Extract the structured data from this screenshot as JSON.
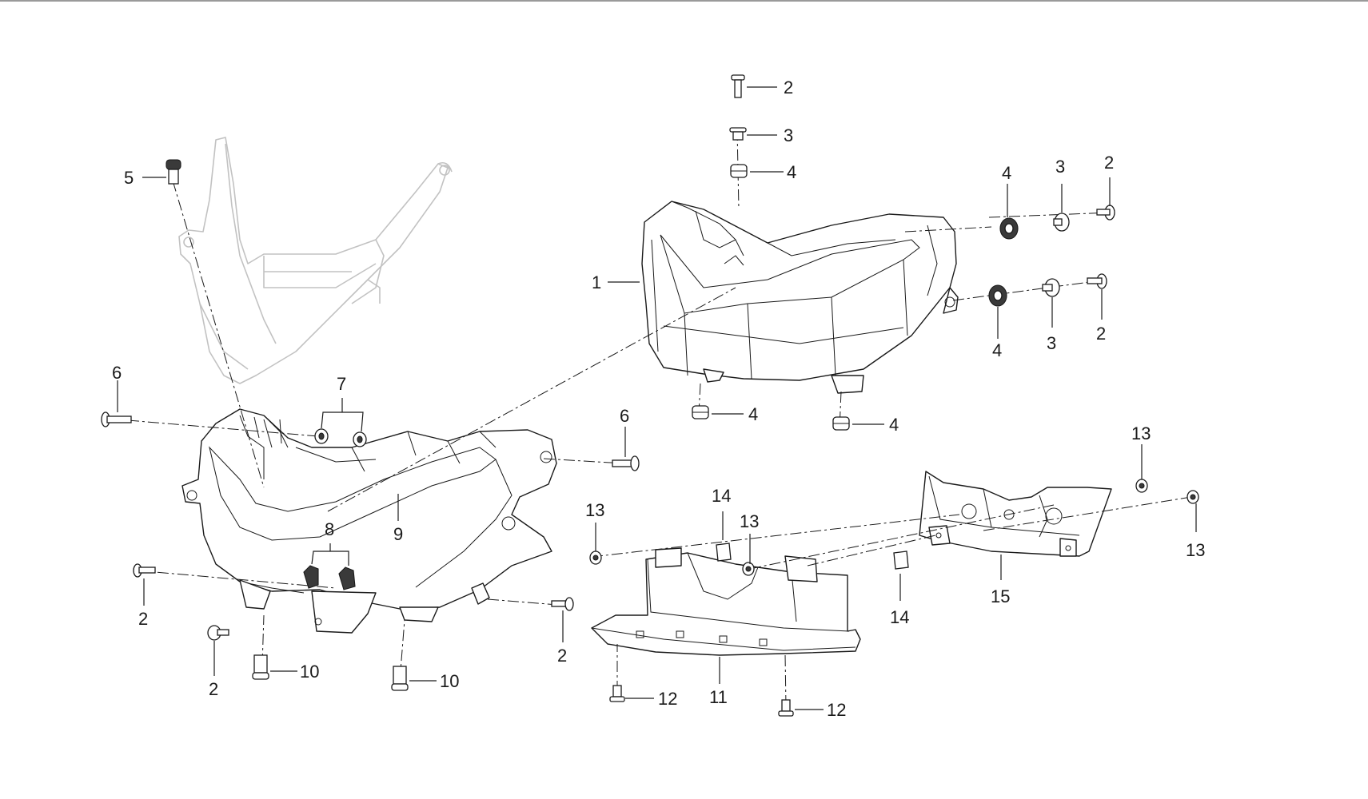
{
  "labels": {
    "n1": "1",
    "n2": "2",
    "n3": "3",
    "n4": "4",
    "n5": "5",
    "n6": "6",
    "n7": "7",
    "n8": "8",
    "n9": "9",
    "n10": "10",
    "n11": "11",
    "n12": "12",
    "n13": "13",
    "n14": "14",
    "n15": "15"
  },
  "colors": {
    "line": "#1a1a1a",
    "ghost": "#c2c2c2",
    "background": "#ffffff"
  }
}
